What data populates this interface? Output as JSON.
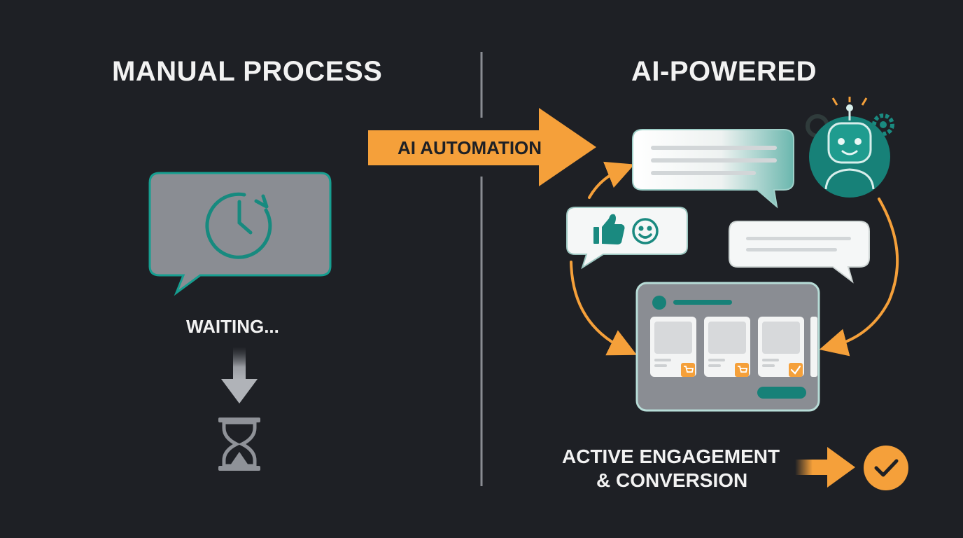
{
  "left": {
    "title": "MANUAL PROCESS",
    "status_text": "WAITING...",
    "icons": [
      "clock-icon",
      "down-arrow-icon",
      "hourglass-icon"
    ]
  },
  "middle": {
    "arrow_label": "AI AUTOMATION"
  },
  "right": {
    "title": "AI-POWERED",
    "result_line1": "ACTIVE ENGAGEMENT",
    "result_line2": "& CONVERSION",
    "icons": [
      "robot-icon",
      "gear-icon",
      "thumbs-up-icon",
      "smiley-icon",
      "cart-icon",
      "check-icon"
    ]
  },
  "colors": {
    "background": "#1e2025",
    "accent_orange": "#f5a03a",
    "accent_teal": "#1a8a80",
    "panel_grey": "#8a8d93",
    "text": "#f2f2f2"
  }
}
